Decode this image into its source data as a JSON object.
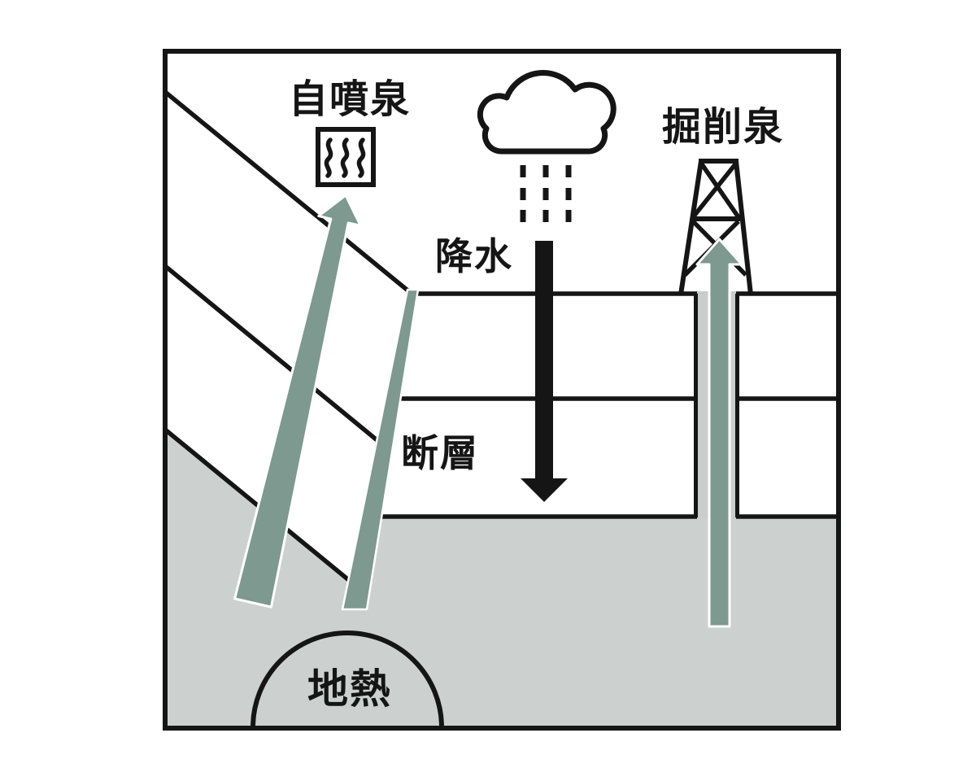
{
  "figure": {
    "type": "geology-schematic",
    "description_labels_visible_only": true
  },
  "labels": {
    "artesian_spring": "自噴泉",
    "precipitation": "降水",
    "drilled_spring": "掘削泉",
    "fault": "断層",
    "geothermal": "地熱"
  },
  "icons": {
    "hot_spring_icon": "onsen-steam-waves-in-square-box",
    "rain_cloud_icon": "outlined-cloud-with-dashed-rain",
    "drilling_derrick_icon": "lattice-drilling-tower",
    "artesian_flow_arrow": "thick-up-arrow-along-fault",
    "precipitation_arrow": "thick-black-down-arrow",
    "well_flow_arrow": "thick-up-arrow-through-well"
  },
  "colors": {
    "accent_green": "#7e998f",
    "bedrock_gray": "#ccd1cf",
    "casing_gray": "#c9cecd",
    "line_black": "#151515",
    "background": "#ffffff"
  }
}
